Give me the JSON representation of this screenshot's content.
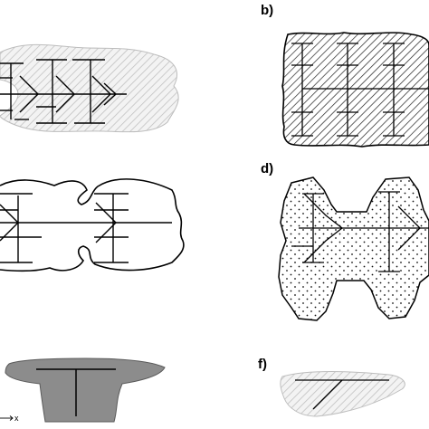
{
  "panels": [
    {
      "id": "a",
      "label": "",
      "style": "light-hatch"
    },
    {
      "id": "b",
      "label": "b)",
      "style": "dense-hatch"
    },
    {
      "id": "c",
      "label": "",
      "style": "outline"
    },
    {
      "id": "d",
      "label": "d)",
      "style": "dotted"
    },
    {
      "id": "e",
      "label": "",
      "style": "solid-gray"
    },
    {
      "id": "f",
      "label": "f)",
      "style": "light-hatch"
    }
  ],
  "axis": {
    "x_label": "x"
  },
  "colors": {
    "ink": "#000000",
    "light_hatch": "#bdbdbd",
    "solid_gray": "#8c8c8c"
  }
}
